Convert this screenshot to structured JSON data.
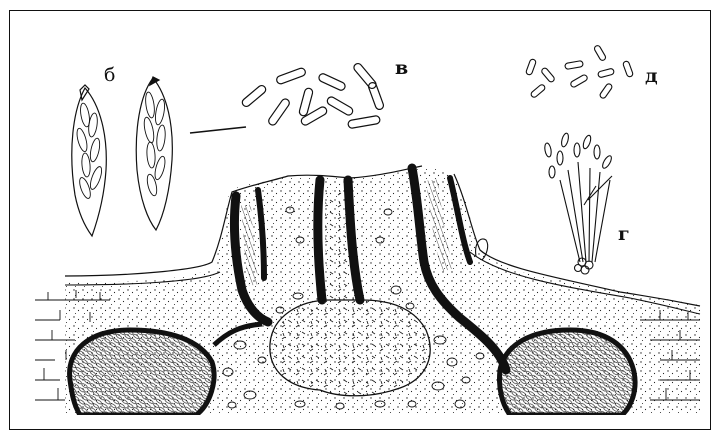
{
  "figure": {
    "labels": {
      "b": "б",
      "v": "в",
      "d": "д",
      "g": "г"
    },
    "colors": {
      "ink": "#111111",
      "paper": "#ffffff"
    }
  }
}
